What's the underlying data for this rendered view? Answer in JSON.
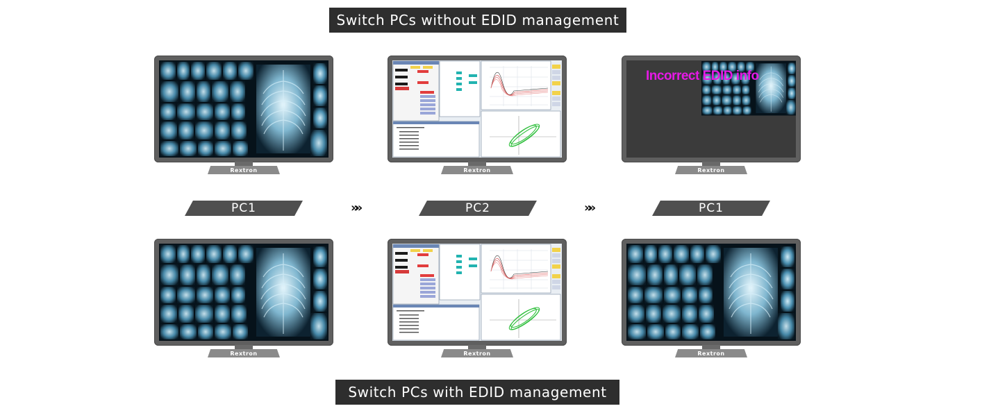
{
  "banners": {
    "top": "Switch PCs without EDID management",
    "bottom": "Switch PCs with EDID management"
  },
  "monitor_brand": "Rextron",
  "steps": [
    {
      "label": "PC1"
    },
    {
      "label": "PC2"
    },
    {
      "label": "PC1"
    }
  ],
  "separator": "»»",
  "edid_warning": "Incorrect EDID info",
  "colors": {
    "banner_bg": "#2e2e2e",
    "tag_bg": "#4f4f4f",
    "bezel": "#5f5f5f",
    "warning_text": "#e619e6",
    "empty_screen": "#3b3b3b"
  },
  "icons": {
    "arrow": "triple-chevron-right-icon"
  }
}
